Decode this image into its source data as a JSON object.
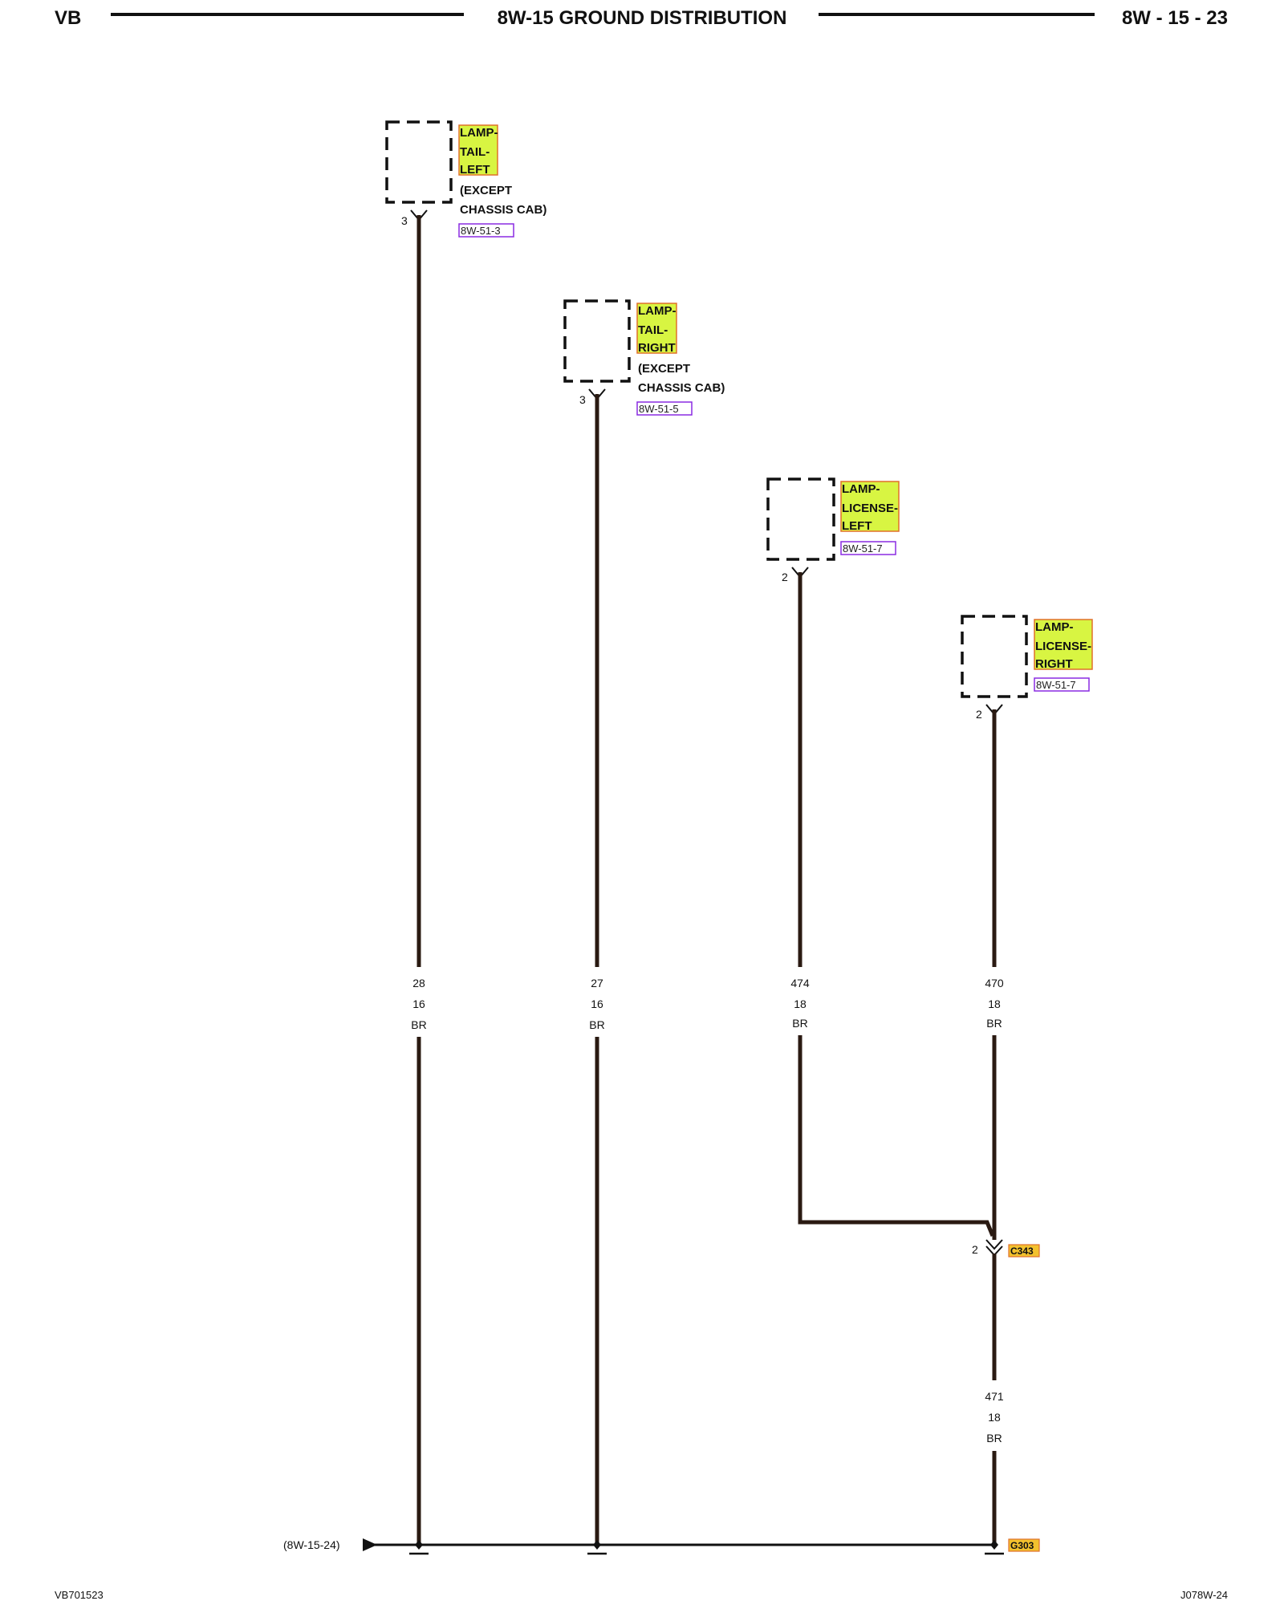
{
  "header": {
    "left": "VB",
    "title": "8W-15 GROUND DISTRIBUTION",
    "right": "8W - 15 - 23"
  },
  "components": [
    {
      "label_lines": [
        "LAMP-",
        "TAIL-",
        "LEFT"
      ],
      "note_lines": [
        "(EXCEPT",
        "CHASSIS CAB)"
      ],
      "ref": "8W-51-3",
      "pin": "3"
    },
    {
      "label_lines": [
        "LAMP-",
        "TAIL-",
        "RIGHT"
      ],
      "note_lines": [
        "(EXCEPT",
        "CHASSIS CAB)"
      ],
      "ref": "8W-51-5",
      "pin": "3"
    },
    {
      "label_lines": [
        "LAMP-",
        "LICENSE-",
        "LEFT"
      ],
      "note_lines": [],
      "ref": "8W-51-7",
      "pin": "2"
    },
    {
      "label_lines": [
        "LAMP-",
        "LICENSE-",
        "RIGHT"
      ],
      "note_lines": [],
      "ref": "8W-51-7",
      "pin": "2"
    }
  ],
  "wires": [
    {
      "circuit": "28",
      "gauge": "16",
      "color": "BR"
    },
    {
      "circuit": "27",
      "gauge": "16",
      "color": "BR"
    },
    {
      "circuit": "474",
      "gauge": "18",
      "color": "BR"
    },
    {
      "circuit": "470",
      "gauge": "18",
      "color": "BR"
    },
    {
      "circuit": "471",
      "gauge": "18",
      "color": "BR"
    }
  ],
  "connector": {
    "name": "C343",
    "pin": "2"
  },
  "ground": {
    "name": "G303"
  },
  "continuation": "(8W-15-24)",
  "footer": {
    "left": "VB701523",
    "right": "J078W-24"
  },
  "colors": {
    "wire": "#2a1a12",
    "highlight": "#d8f542",
    "highlight_border": "#e0702a",
    "ref_border": "#8a2be2",
    "tag": "#f2c12e"
  }
}
